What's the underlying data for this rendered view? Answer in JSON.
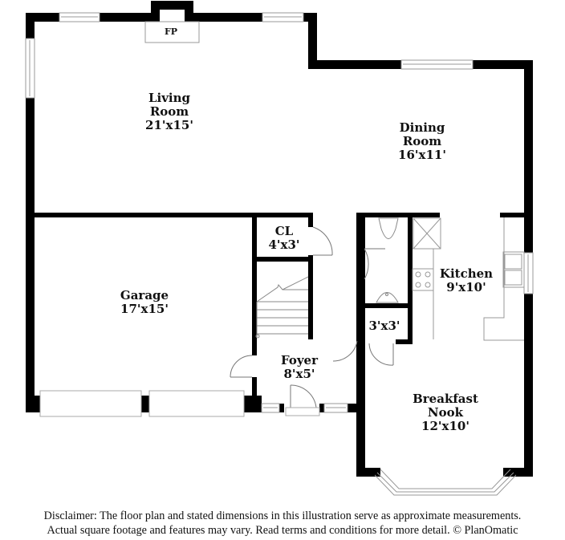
{
  "plan": {
    "rooms": [
      {
        "id": "living-room",
        "name_lines": [
          "Living",
          "Room"
        ],
        "dimensions": "21'x15'"
      },
      {
        "id": "dining-room",
        "name_lines": [
          "Dining",
          "Room"
        ],
        "dimensions": "16'x11'"
      },
      {
        "id": "closet",
        "name_lines": [
          "CL"
        ],
        "dimensions": "4'x3'"
      },
      {
        "id": "garage",
        "name_lines": [
          "Garage"
        ],
        "dimensions": "17'x15'"
      },
      {
        "id": "kitchen",
        "name_lines": [
          "Kitchen"
        ],
        "dimensions": "9'x10'"
      },
      {
        "id": "pantry",
        "name_lines": [],
        "dimensions": "3'x3'"
      },
      {
        "id": "foyer",
        "name_lines": [
          "Foyer"
        ],
        "dimensions": "8'x5'"
      },
      {
        "id": "breakfast-nook",
        "name_lines": [
          "Breakfast",
          "Nook"
        ],
        "dimensions": "12'x10'"
      }
    ],
    "fireplace_label": "FP",
    "colors": {
      "wall": "#000000",
      "fixture": "#888888",
      "background": "#ffffff"
    }
  },
  "disclaimer": {
    "line1": "Disclaimer: The floor plan and stated dimensions in this illustration serve as approximate measurements.",
    "line2": "Actual square footage and features may vary. Read terms and conditions for more detail. © PlanOmatic"
  }
}
